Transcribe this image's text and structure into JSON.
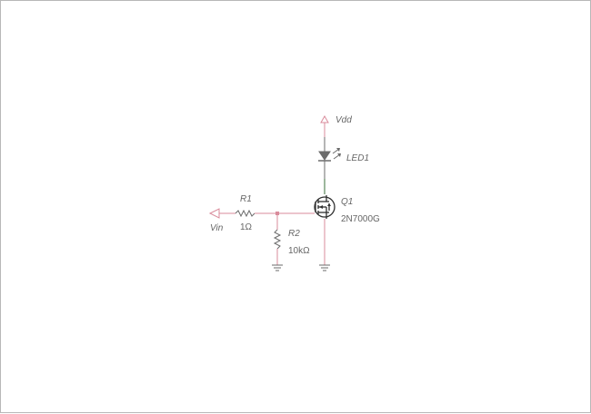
{
  "schematic": {
    "vdd": {
      "label": "Vdd"
    },
    "vin": {
      "label": "Vin"
    },
    "led": {
      "ref": "LED1"
    },
    "r1": {
      "ref": "R1",
      "value": "1Ω"
    },
    "r2": {
      "ref": "R2",
      "value": "10kΩ"
    },
    "q1": {
      "ref": "Q1",
      "part": "2N7000G"
    }
  },
  "colors": {
    "wire": "#d98b9b",
    "component": "#6b6b6b",
    "junction": "#d98b9b",
    "mosfet": "#2f2f2f"
  }
}
